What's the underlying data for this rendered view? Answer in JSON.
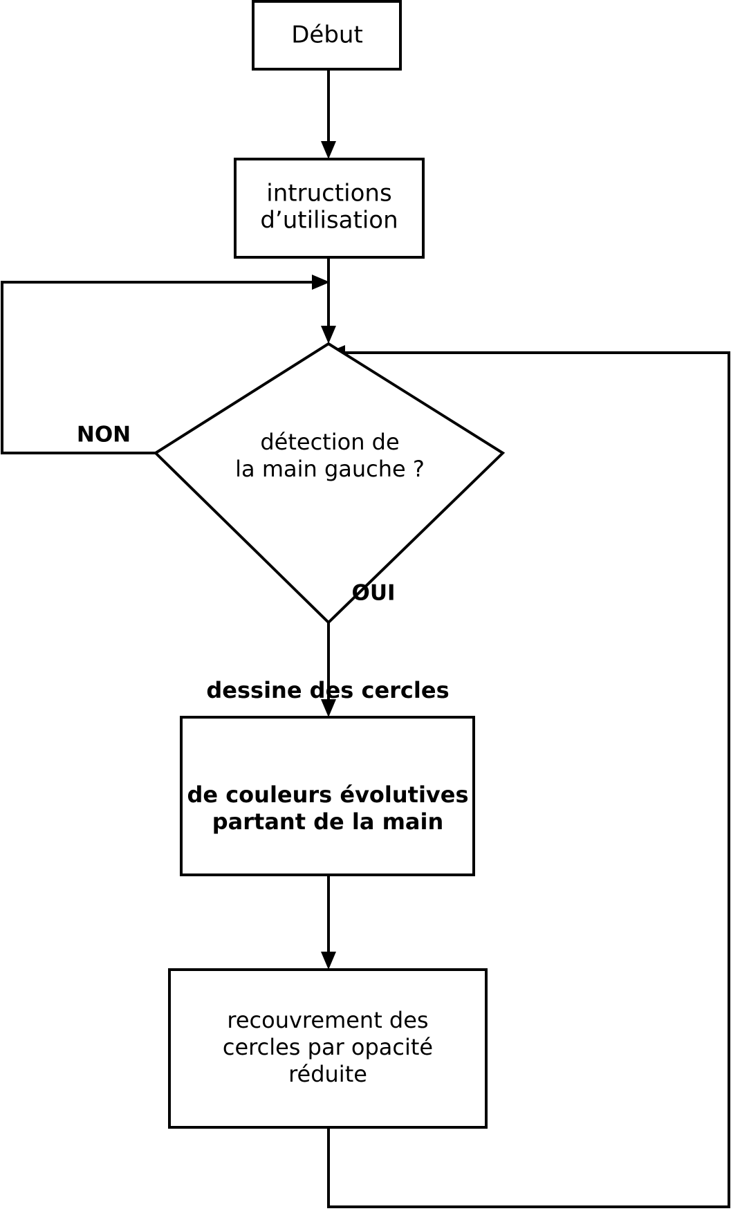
{
  "diagram": {
    "type": "flowchart",
    "title": "",
    "language": "fr",
    "background_color": "#ffffff",
    "line_color": "#000000",
    "text_color": "#000000",
    "nodes": [
      {
        "id": "debut",
        "shape": "rectangle",
        "lines": [
          "Début"
        ],
        "font_weight": "regular"
      },
      {
        "id": "instructions",
        "shape": "rectangle",
        "lines": [
          "intructions",
          "d’utilisation"
        ],
        "font_weight": "regular"
      },
      {
        "id": "detection",
        "shape": "diamond",
        "lines": [
          "détection de",
          "la main gauche ?"
        ],
        "font_weight": "regular"
      },
      {
        "id": "cercles",
        "shape": "rectangle",
        "lines": [
          "dessine des cercles",
          "de couleurs évolutives",
          "partant de la main"
        ],
        "font_weight": "bold"
      },
      {
        "id": "recouvrement",
        "shape": "rectangle",
        "lines": [
          "recouvrement des",
          "cercles par opacité",
          "réduite"
        ],
        "font_weight": "regular"
      }
    ],
    "edge_labels": [
      {
        "id": "non",
        "text": "NON"
      },
      {
        "id": "oui",
        "text": "OUI"
      }
    ]
  }
}
